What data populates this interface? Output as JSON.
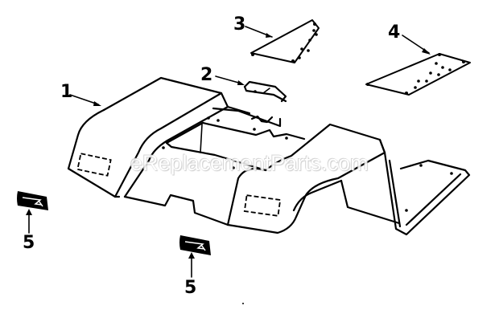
{
  "diagram": {
    "type": "exploded-parts-diagram",
    "watermark": "eReplacementParts.com",
    "callouts": [
      {
        "id": "1",
        "label": "1",
        "part": "hood-body"
      },
      {
        "id": "2",
        "label": "2",
        "part": "small-bracket"
      },
      {
        "id": "3",
        "label": "3",
        "part": "plate-left"
      },
      {
        "id": "4",
        "label": "4",
        "part": "plate-right"
      },
      {
        "id": "5a",
        "label": "5",
        "part": "decal-left"
      },
      {
        "id": "5b",
        "label": "5",
        "part": "decal-center"
      }
    ],
    "colors": {
      "line": "#000000",
      "background": "#ffffff",
      "watermark": "#c8c8c8"
    }
  }
}
